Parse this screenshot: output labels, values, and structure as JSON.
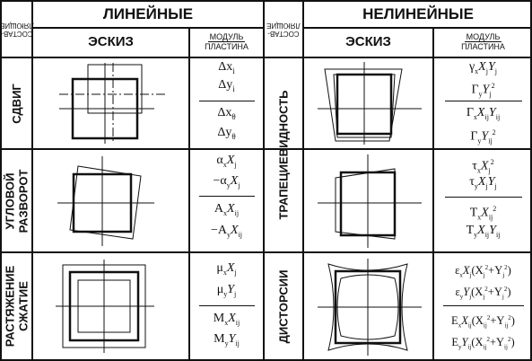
{
  "header": {
    "components_label": "СОСТАВ-\nЛЯЮЩИЕ",
    "linear_title": "ЛИНЕЙНЫЕ",
    "nonlinear_title": "НЕЛИНЕЙНЫЕ",
    "sketch_label": "ЭСКИЗ",
    "module_label": "МОДУЛЬ",
    "plate_label": "ПЛАСТИНА"
  },
  "rows": {
    "shift": "СДВИГ",
    "rotation": "УГЛОВОЙ\nРАЗВОРОТ",
    "stretch": "РАСТЯЖЕНИЕ\nСЖАТИЕ",
    "trapezoid": "ТРАПЕЦИЕВИДНОСТЬ",
    "distortion": "ДИСТОРСИИ"
  },
  "formulas": {
    "shift_l": [
      "Δx",
      "Δy",
      "Δx",
      "Δy"
    ],
    "shift_l_sub": [
      "i",
      "i",
      "θ",
      "θ"
    ],
    "rot_l": [
      "α",
      "X",
      "−α",
      "X",
      "A",
      "X",
      "−A",
      "X"
    ],
    "str_l": [
      "μ",
      "X",
      "μ",
      "Y",
      "M",
      "X",
      "M",
      "Y"
    ],
    "trap_r": [
      "γ",
      "X",
      "Y",
      "Γ",
      "Y",
      "Γ",
      "X",
      "Y",
      "Γ",
      "Y"
    ],
    "tilt_r": [
      "τ",
      "X",
      "τ",
      "X",
      "Y",
      "T",
      "X",
      "T",
      "X",
      "Y"
    ],
    "dist_r": [
      "ε",
      "X",
      "(X",
      "+Y",
      ")",
      "ε",
      "Y",
      "(X",
      "+Y",
      ")",
      "E",
      "X",
      "(X",
      "+Y",
      ")",
      "E",
      "Y",
      "(X",
      "+Y",
      ")"
    ]
  }
}
